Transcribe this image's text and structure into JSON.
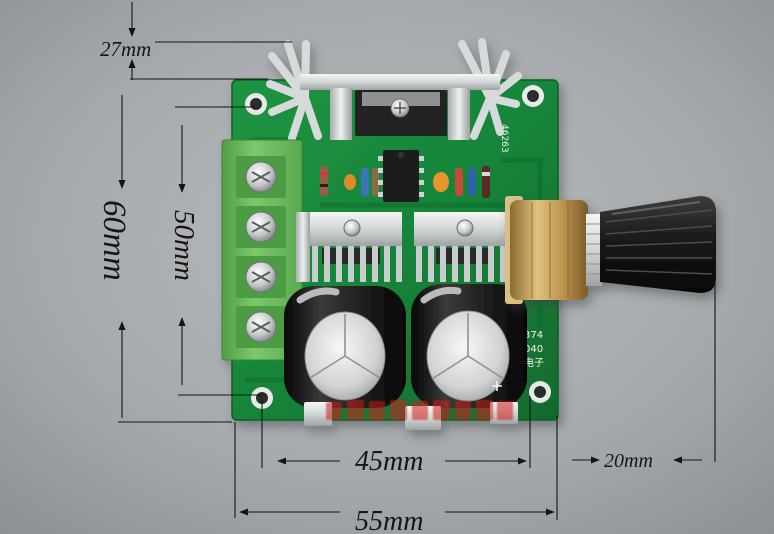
{
  "dimension_labels": {
    "overall_height": "27mm",
    "board_length": "60mm",
    "hole_pitch_vertical": "50mm",
    "hole_pitch_horizontal": "45mm",
    "board_width": "55mm",
    "knob_protrusion": "20mm"
  },
  "silkscreen": {
    "model_code": "46263",
    "line_1": "374",
    "line_2": "040",
    "line_3": "电子"
  },
  "colors": {
    "pcb": "#17853a",
    "terminal_block": "#62b45a",
    "knob": "#121212",
    "potentiometer": "#b8904a",
    "dimension_lines": "#141414"
  }
}
